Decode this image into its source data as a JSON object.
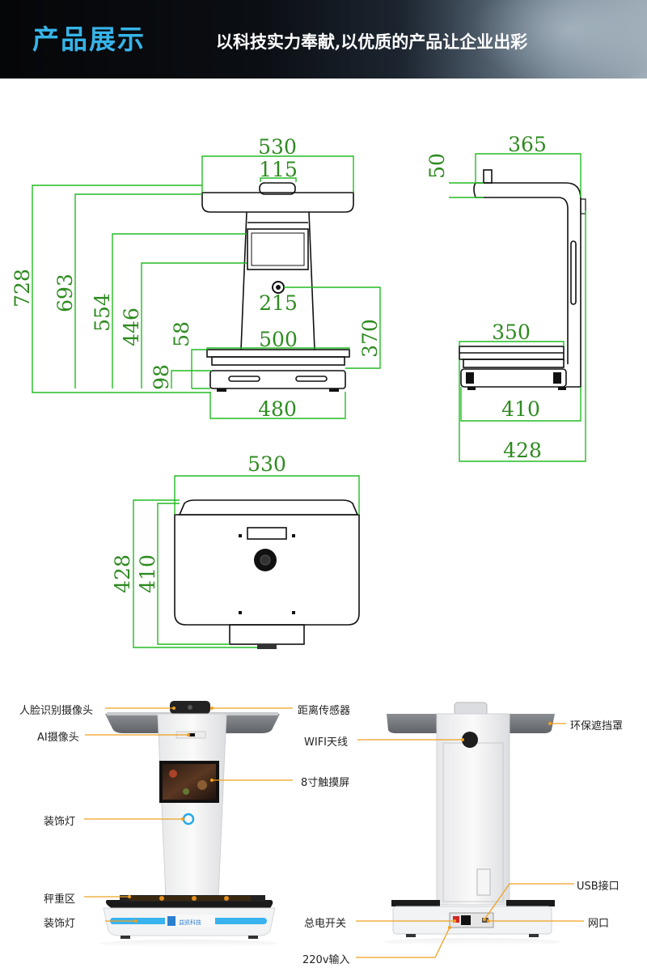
{
  "header": {
    "title": "产品展示",
    "slogan": "以科技实力奉献,以优质的产品让企业出彩"
  },
  "front_view": {
    "width_total": "530",
    "camera_width": "115",
    "height_total": "728",
    "height_693": "693",
    "height_554": "554",
    "height_446": "446",
    "light_width": "215",
    "base_to_light": "370",
    "scale_width": "500",
    "h_58": "58",
    "h_98": "98",
    "base_width": "480"
  },
  "side_view": {
    "depth_top": "365",
    "h_50": "50",
    "scale_depth": "350",
    "base_depth": "410",
    "total_depth": "428"
  },
  "top_view": {
    "width": "530",
    "depth_total": "428",
    "depth_inner": "410"
  },
  "callouts_front": {
    "face_camera": "人脸识别摄像头",
    "ai_camera": "AI摄像头",
    "deco_light_1": "装饰灯",
    "scale_area": "秤重区",
    "deco_light_2": "装饰灯"
  },
  "callouts_back": {
    "distance_sensor": "距离传感器",
    "wifi": "WIFI天线",
    "touchscreen": "8寸触摸屏",
    "shield": "环保遮挡罩",
    "usb": "USB接口",
    "power_switch": "总电开关",
    "network": "网口",
    "power_input": "220v输入"
  },
  "base_logo": "益凯科技",
  "colors": {
    "title": "#36b4e8",
    "dimension": "#22bb22",
    "callout_line": "#f0a020"
  }
}
